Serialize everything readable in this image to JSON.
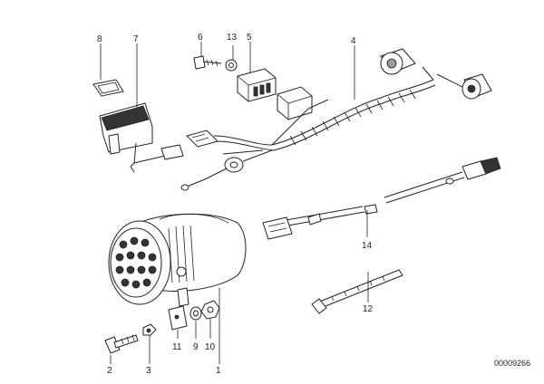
{
  "callouts": {
    "c1": "1",
    "c2": "2",
    "c3": "3",
    "c4": "4",
    "c5": "5",
    "c6": "6",
    "c7": "7",
    "c8": "8",
    "c9": "9",
    "c10": "10",
    "c11": "11",
    "c12": "12",
    "c13": "13",
    "c14": "14"
  },
  "drawing_ref": "00009266"
}
